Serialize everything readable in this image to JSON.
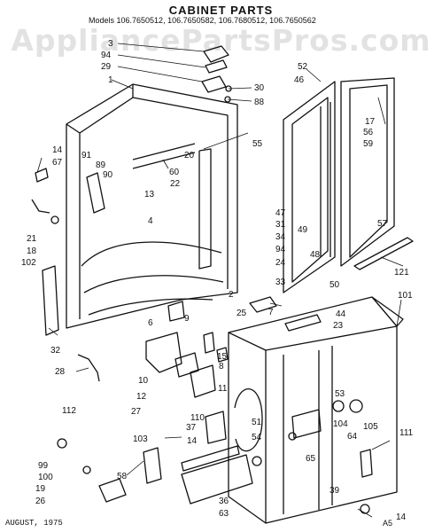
{
  "header": {
    "title": "CABINET PARTS",
    "models": "Models 106.7650512, 106.7650582, 106.7680512, 106.7650562",
    "watermark": "AppliancePartsPros.com"
  },
  "footer": {
    "date": "AUGUST, 1975",
    "code": "A5"
  },
  "colors": {
    "ink": "#111111",
    "watermark": "#b5b5b5",
    "paper": "#ffffff"
  },
  "callouts": [
    "3",
    "94",
    "29",
    "1",
    "30",
    "88",
    "52",
    "46",
    "17",
    "56",
    "59",
    "14",
    "67",
    "91",
    "89",
    "90",
    "60",
    "20",
    "22",
    "13",
    "4",
    "55",
    "47",
    "31",
    "34",
    "94",
    "24",
    "49",
    "57",
    "48",
    "121",
    "33",
    "50",
    "21",
    "18",
    "102",
    "2",
    "25",
    "7",
    "9",
    "6",
    "44",
    "23",
    "101",
    "32",
    "15",
    "8",
    "10",
    "12",
    "11",
    "28",
    "27",
    "110",
    "37",
    "14",
    "103",
    "53",
    "51",
    "54",
    "104",
    "64",
    "105",
    "65",
    "111",
    "112",
    "99",
    "100",
    "19",
    "58",
    "36",
    "63",
    "39",
    "26",
    "14"
  ]
}
